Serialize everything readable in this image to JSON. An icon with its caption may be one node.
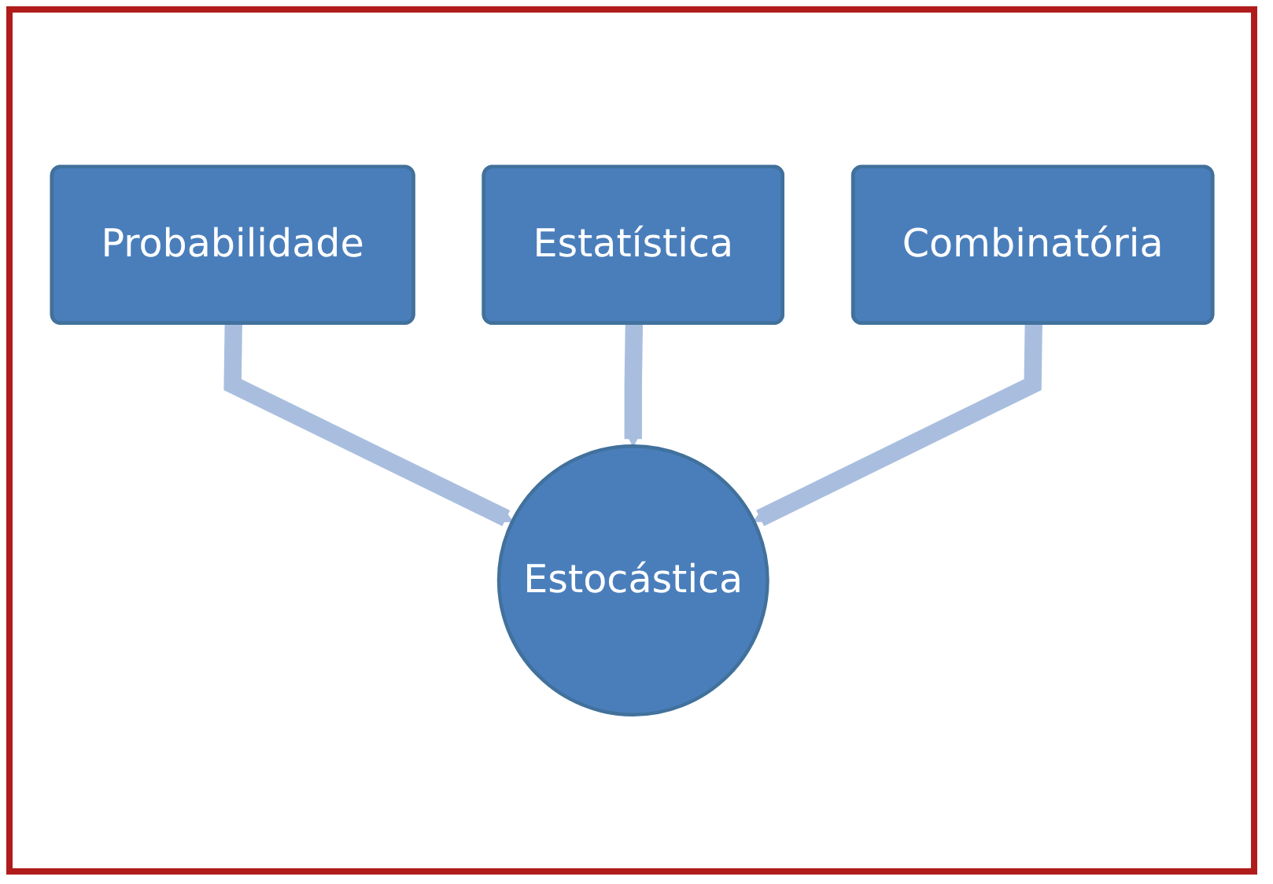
{
  "diagram": {
    "nodes": [
      {
        "text": [
          "Probabilidade"
        ]
      },
      {
        "text": [
          "Estatística"
        ]
      },
      {
        "text": [
          "Combinatória"
        ]
      },
      {
        "text": [
          "Estocástica"
        ]
      }
    ],
    "edges": [
      {
        "from": 0,
        "to": 3,
        "arrow": "to"
      },
      {
        "from": 1,
        "to": 3,
        "arrow": "to"
      },
      {
        "from": 2,
        "to": 3,
        "arrow": "to"
      }
    ]
  }
}
